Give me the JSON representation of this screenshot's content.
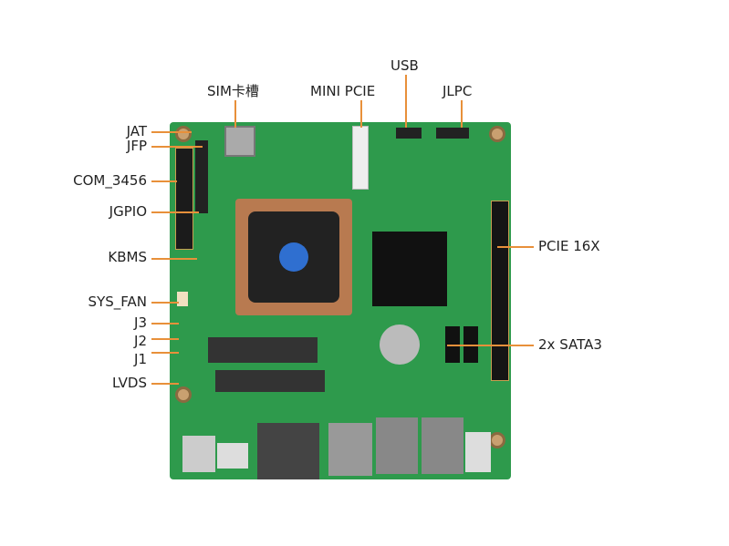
{
  "labels": {
    "top": [
      "SIM卡槽",
      "MINI PCIE",
      "USB",
      "JLPC"
    ],
    "left": [
      "JAT",
      "JFP",
      "COM_3456",
      "JGPIO",
      "KBMS",
      "SYS_FAN",
      "J3",
      "J2",
      "J1",
      "LVDS"
    ],
    "right": [
      "PCIE 16X",
      "2x SATA3"
    ]
  },
  "colors": {
    "leader": "#e8903a",
    "board": "#2e9a4c"
  }
}
